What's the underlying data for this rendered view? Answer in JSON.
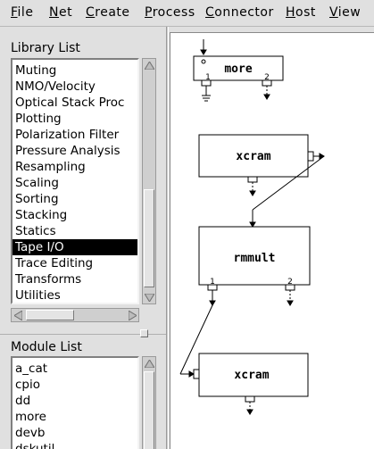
{
  "menu": [
    {
      "mnemonic": "F",
      "rest": "ile"
    },
    {
      "mnemonic": "N",
      "rest": "et"
    },
    {
      "mnemonic": "C",
      "rest": "reate"
    },
    {
      "mnemonic": "P",
      "rest": "rocess"
    },
    {
      "mnemonic": "C",
      "rest": "onnector"
    },
    {
      "mnemonic": "H",
      "rest": "ost"
    },
    {
      "mnemonic": "V",
      "rest": "iew"
    }
  ],
  "library": {
    "label": "Library List",
    "items": [
      "Muting",
      "NMO/Velocity",
      "Optical Stack Proc",
      "Plotting",
      "Polarization Filter",
      "Pressure Analysis",
      "Resampling",
      "Scaling",
      "Sorting",
      "Stacking",
      "Statics",
      "Tape I/O",
      "Trace Editing",
      "Transforms",
      "Utilities"
    ],
    "selected": "Tape I/O"
  },
  "modules": {
    "label": "Module List",
    "items": [
      "a_cat",
      "cpio",
      "dd",
      "more",
      "devb",
      "dskutil"
    ]
  },
  "network": {
    "nodes": [
      {
        "id": "more",
        "label": "more",
        "port_labels": [
          "1",
          "2"
        ]
      },
      {
        "id": "xcram1",
        "label": "xcram"
      },
      {
        "id": "rmmult",
        "label": "rmmult",
        "port_labels": [
          "1",
          "2"
        ]
      },
      {
        "id": "xcram2",
        "label": "xcram"
      }
    ]
  },
  "colors": {
    "selection_bg": "#000000",
    "selection_fg": "#ffffff",
    "canvas_bg": "#ffffff"
  }
}
